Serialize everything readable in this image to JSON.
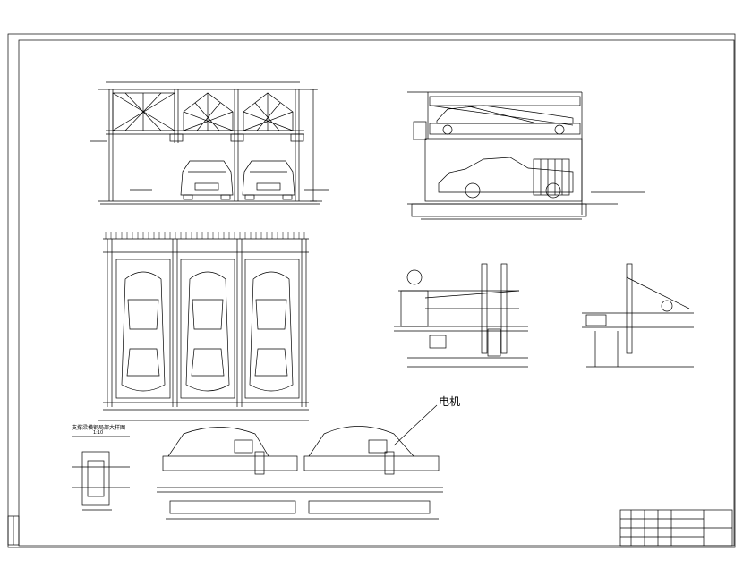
{
  "drawing": {
    "callout_motor": "电机",
    "detail_title": "支撑梁横钢局部大样图",
    "detail_scale": "1:10"
  },
  "colors": {
    "line": "#000000",
    "background": "#ffffff"
  },
  "views": [
    "front-elevation-three-bays",
    "side-elevation-two-level",
    "plan-view-three-bays",
    "side-detail-left",
    "side-detail-right",
    "beam-detail-section",
    "motor-drive-elevation",
    "title-block"
  ]
}
